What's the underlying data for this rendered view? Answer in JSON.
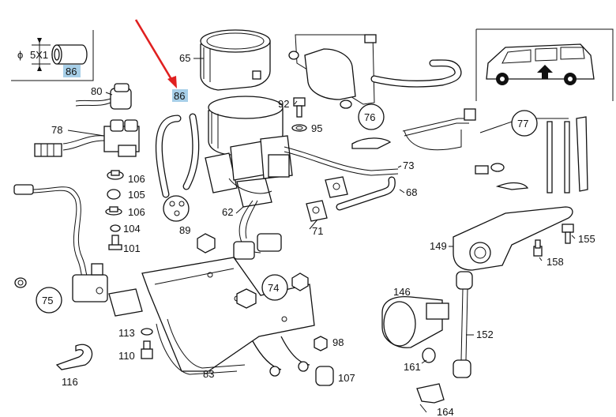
{
  "colors": {
    "highlight": "#a7cfe8",
    "arrow": "#e02020",
    "ink": "#111111"
  },
  "inset_detail": {
    "dimension_text": "5X1",
    "phi_symbol": "ϕ",
    "part_ref": "86"
  },
  "callouts": {
    "c74": "74",
    "c75": "75",
    "c76": "76",
    "c77": "77",
    "c89": "89"
  },
  "labels": {
    "l62": "62",
    "l65": "65",
    "l68": "68",
    "l71": "71",
    "l73": "73",
    "l78": "78",
    "l80": "80",
    "l83": "83",
    "l86": "86",
    "l92": "92",
    "l95": "95",
    "l98": "98",
    "l101": "101",
    "l104": "104",
    "l105": "105",
    "l106a": "106",
    "l106b": "106",
    "l107": "107",
    "l110": "110",
    "l113": "113",
    "l116": "116",
    "l146": "146",
    "l149": "149",
    "l152": "152",
    "l155": "155",
    "l158": "158",
    "l161": "161",
    "l164": "164"
  },
  "icons": {
    "arrow": "red-pointer-arrow",
    "vehicle": "van-location-icon"
  }
}
